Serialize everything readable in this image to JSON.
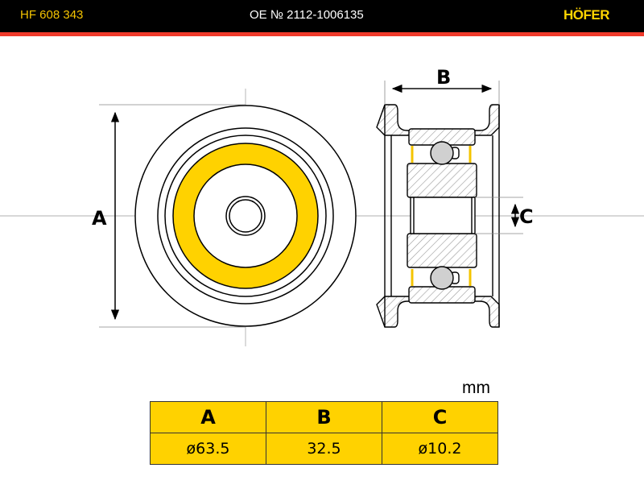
{
  "header": {
    "part_code": "HF 608 343",
    "oe_number": "OE № 2112-1006135",
    "brand": "HÖFER"
  },
  "drawing": {
    "labels": {
      "a": "A",
      "b": "B",
      "c": "C"
    }
  },
  "table": {
    "unit": "mm",
    "headers": [
      "A",
      "B",
      "C"
    ],
    "values": [
      "ø63.5",
      "32.5",
      "ø10.2"
    ]
  },
  "colors": {
    "accent_yellow": "#ffd200",
    "red_stripe": "#f03a2a"
  }
}
